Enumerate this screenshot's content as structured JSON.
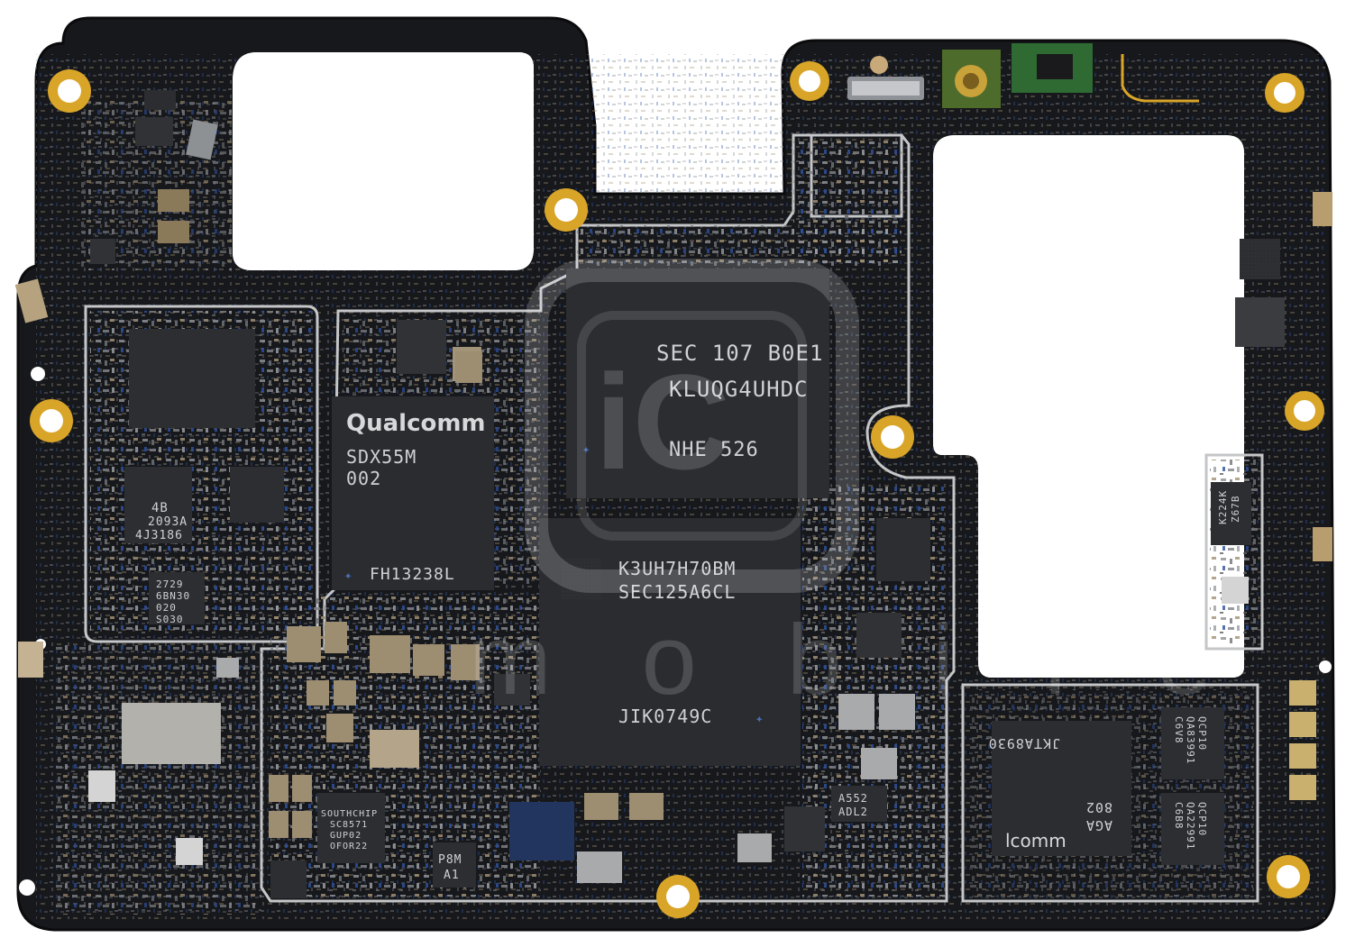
{
  "colors": {
    "pcb": "#16171a",
    "pcb_edge": "#0c0c0e",
    "trace": "#2a2b2f",
    "shield_outline": "#c9cbcd",
    "gold": "#d9a528",
    "chip": "#2b2d31",
    "chip_light": "#3a3c41",
    "capacitor": "#9c8b70",
    "blue_component": "#2d4f9a",
    "watermark": "rgba(255,255,255,0.14)"
  },
  "chips": {
    "modem_brand": "Qualcomm",
    "modem_part": "SDX55M",
    "modem_rev": "002",
    "modem_code": "FH13238L",
    "storage_line1": "SEC 107 B0E1",
    "storage_line2": "KLUQG4UHDC",
    "storage_line3": "NHE 526",
    "ram_line1": "K3UH7H70BM",
    "ram_line2": "SEC125A6CL",
    "ram_code": "JIK0749C",
    "pmic_line1": "SOUTHCHIP",
    "pmic_line2": "SC8571",
    "pmic_line3": "GUP02",
    "pmic_line4": "OFOR22",
    "small_a_line1": "4B",
    "small_a_line2": "2093A",
    "small_a_line3": "4J3186",
    "small_b_line1": "2729",
    "small_b_line2": "6BN30",
    "small_b_line3": "020",
    "small_b_line4": "S030",
    "p8m_line1": "P8M",
    "p8m_line2": "A1",
    "a552_line1": "A552",
    "a552_line2": "ADL2",
    "rf_top": "JKTA8930",
    "rf_mid": "802",
    "rf_mid2": "AGA",
    "rf_brand": "lcomm",
    "rf_side1_line1": "QCP10",
    "rf_side1_line2": "QA83991",
    "rf_side1_line3": "C6V8",
    "rf_side2_line1": "QCP10",
    "rf_side2_line2": "QA22991",
    "rf_side2_line3": "C6B8",
    "k224": "K224K",
    "k224_sub": "Z67B"
  },
  "watermark": {
    "logo_letters": "iC",
    "text": "mobile"
  },
  "component_icons": [
    "pcb-board",
    "bga-chip",
    "capacitor",
    "screw-hole",
    "rf-connector"
  ]
}
